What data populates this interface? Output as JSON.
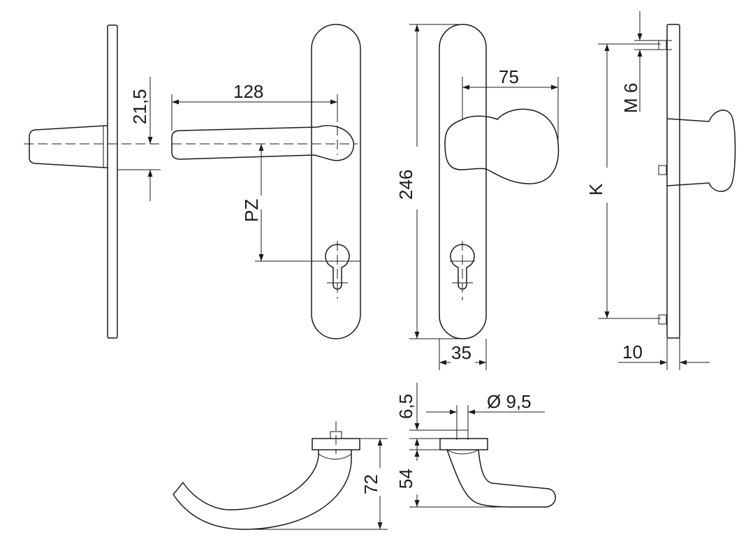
{
  "labels": {
    "dim_21_5": "21,5",
    "dim_128": "128",
    "dim_pz": "PZ",
    "dim_246": "246",
    "dim_75": "75",
    "dim_35": "35",
    "dim_m6": "M 6",
    "dim_k": "K",
    "dim_10": "10",
    "dim_6_5": "6,5",
    "dim_dia": "Ø 9,5",
    "dim_54": "54",
    "dim_72": "72"
  }
}
